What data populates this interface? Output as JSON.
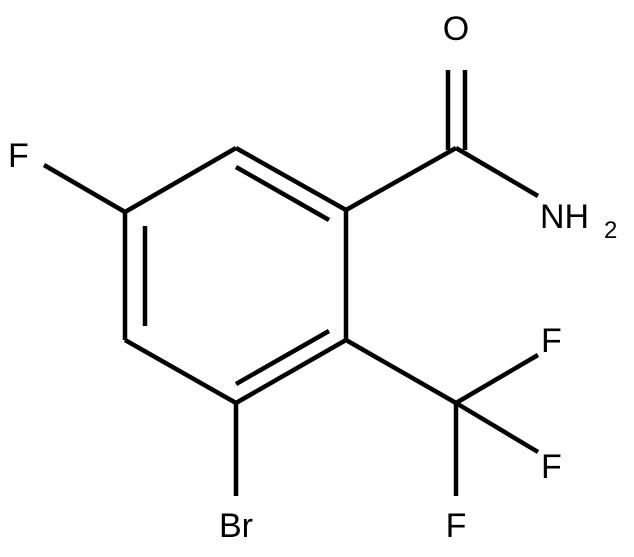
{
  "molecule": {
    "atoms": {
      "carbonyl_oxygen": "O",
      "amide_nitrogen": "NH",
      "amide_h_count": "2",
      "ring_fluorine": "F",
      "bromine": "Br",
      "cf3_fluorine_1": "F",
      "cf3_fluorine_2": "F",
      "cf3_fluorine_3": "F"
    }
  },
  "colors": {
    "bond": "#000000",
    "text": "#000000",
    "background": "#ffffff"
  }
}
